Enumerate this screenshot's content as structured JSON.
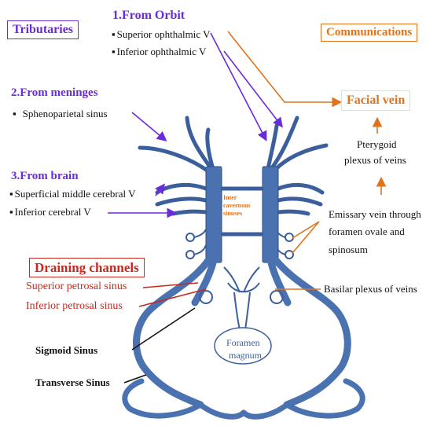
{
  "headings": {
    "tributaries": "Tributaries",
    "communications": "Communications",
    "draining_channels": "Draining channels"
  },
  "tributaries": {
    "orbit": {
      "title": "1.From Orbit",
      "items": [
        "Superior ophthalmic  V",
        "Inferior ophthalmic  V"
      ]
    },
    "meninges": {
      "title": "2.From meninges",
      "items": [
        "Sphenoparietal sinus"
      ]
    },
    "brain": {
      "title": "3.From brain",
      "items": [
        "Superficial middle cerebral V",
        "Inferior cerebral  V"
      ]
    }
  },
  "communications": {
    "facial_vein": "Facial vein",
    "pterygoid": [
      "Pterygoid",
      "plexus of veins"
    ],
    "emissary": [
      "Emissary vein  through",
      "foramen ovale and",
      "spinosum"
    ]
  },
  "draining": {
    "superior_petrosal": "Superior petrosal sinus",
    "inferior_petrosal": "Inferior petrosal sinus",
    "basilar": "Basilar plexus of veins",
    "sigmoid": "Sigmoid Sinus",
    "transverse": "Transverse Sinus"
  },
  "center": {
    "intercavernous": [
      "Inter",
      "cavernous",
      "sinuses"
    ],
    "foramen": [
      "Foramen",
      "magnum"
    ]
  },
  "colors": {
    "vein": "#4a72b0",
    "vein_dark": "#2c4f86",
    "purple": "#6a2bd9",
    "red": "#c8281e",
    "orange": "#e0731c"
  }
}
